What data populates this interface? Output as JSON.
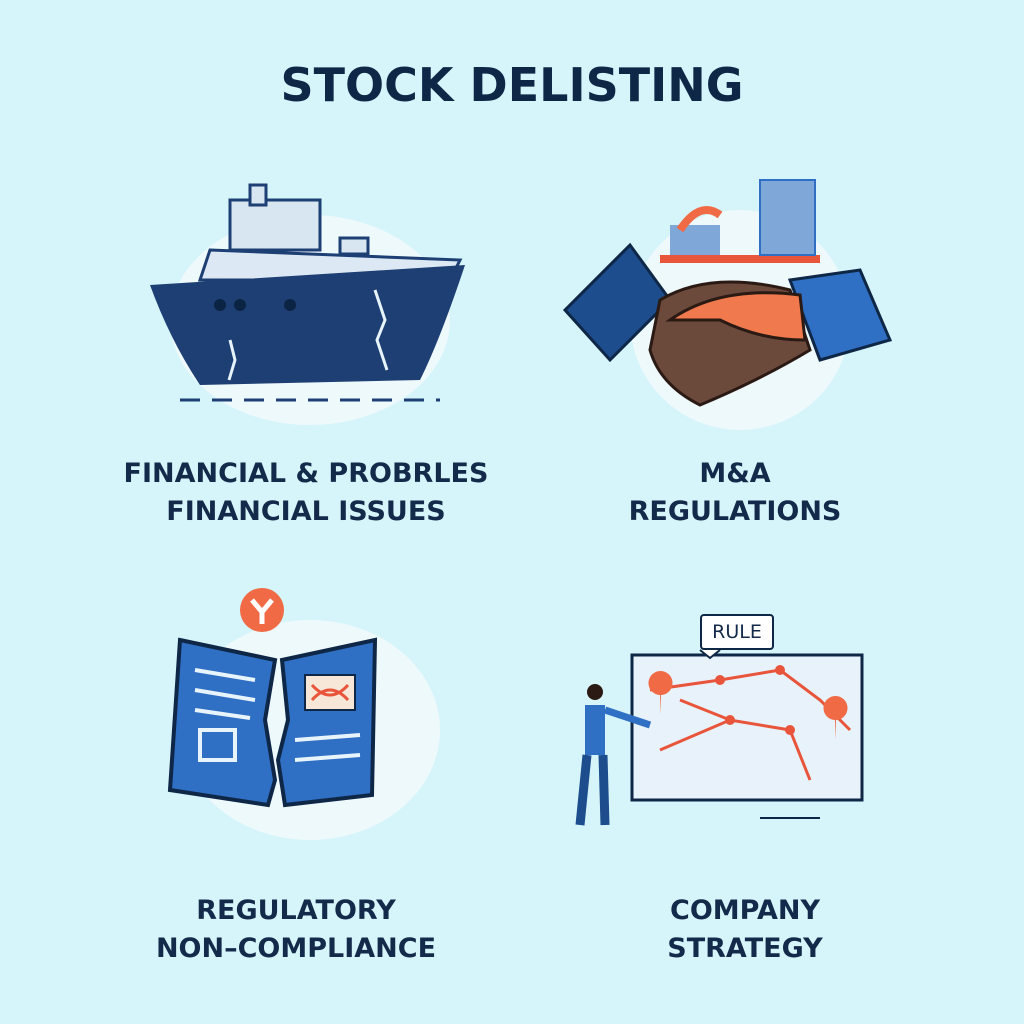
{
  "title": "STOCK DELISTING",
  "colors": {
    "background": "#d6f5fa",
    "navy": "#1d3f73",
    "blue": "#2f6fc4",
    "orange": "#f06a45",
    "text": "#142a4a"
  },
  "panels": [
    {
      "icon": "sinking-ship-icon",
      "caption_lines": [
        "FINANCIAL & PROBRLES",
        "FINANCIAL ISSUES"
      ]
    },
    {
      "icon": "handshake-icon",
      "caption_lines": [
        "M&A",
        "REGULATIONS"
      ]
    },
    {
      "icon": "torn-document-icon",
      "caption_lines": [
        "REGULATORY",
        "NON–COMPLIANCE"
      ]
    },
    {
      "icon": "strategy-map-presenter-icon",
      "caption_lines": [
        "COMPANY",
        "STRATEGY"
      ],
      "sign_label": "RULE"
    }
  ]
}
